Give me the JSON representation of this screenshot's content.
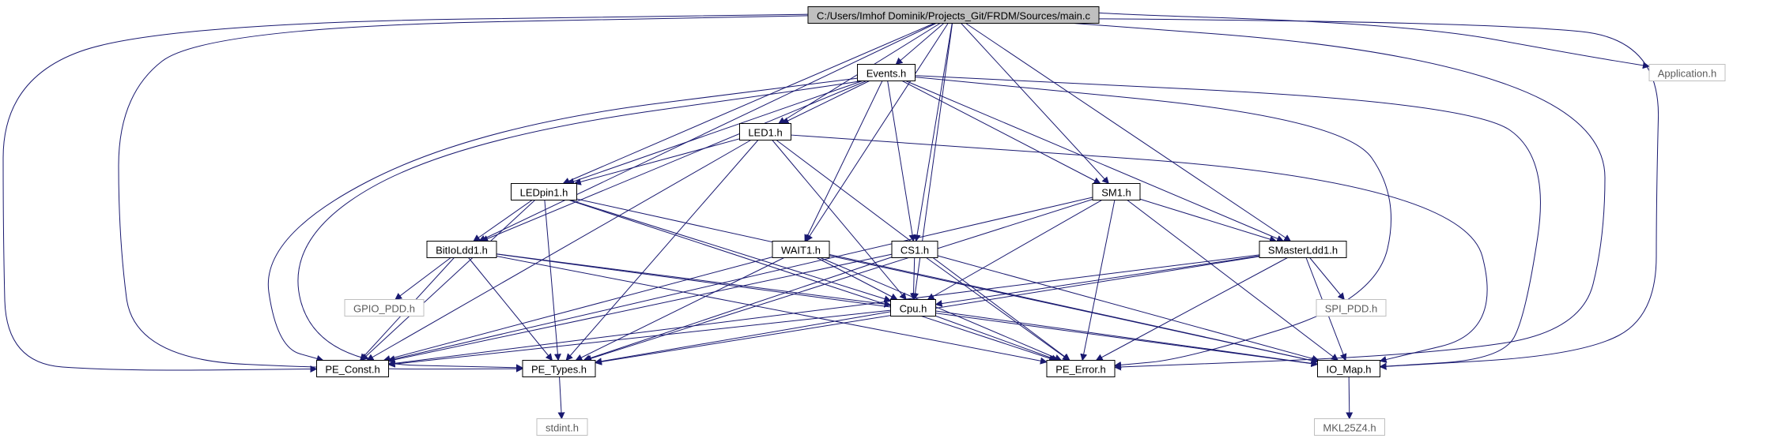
{
  "diagram": {
    "title": "C:/Users/Imhof Dominik/Projects_Git/FRDM/Sources/main.c",
    "colors": {
      "edge": "#191970",
      "root_fill": "#bfbfbf",
      "node_border": "#000000",
      "external_border": "#bfbfbf",
      "external_text": "#5a5a5a"
    },
    "nodes": [
      {
        "id": "main",
        "label": "C:/Users/Imhof Dominik/Projects_Git/FRDM/Sources/main.c",
        "kind": "root"
      },
      {
        "id": "events",
        "label": "Events.h",
        "kind": "header"
      },
      {
        "id": "application",
        "label": "Application.h",
        "kind": "external"
      },
      {
        "id": "led1",
        "label": "LED1.h",
        "kind": "header"
      },
      {
        "id": "ledpin1",
        "label": "LEDpin1.h",
        "kind": "header"
      },
      {
        "id": "sm1",
        "label": "SM1.h",
        "kind": "header"
      },
      {
        "id": "bitioldd1",
        "label": "BitIoLdd1.h",
        "kind": "header"
      },
      {
        "id": "wait1",
        "label": "WAIT1.h",
        "kind": "header"
      },
      {
        "id": "cs1",
        "label": "CS1.h",
        "kind": "header"
      },
      {
        "id": "smasterldd1",
        "label": "SMasterLdd1.h",
        "kind": "header"
      },
      {
        "id": "gpio_pdd",
        "label": "GPIO_PDD.h",
        "kind": "external"
      },
      {
        "id": "cpu",
        "label": "Cpu.h",
        "kind": "header"
      },
      {
        "id": "spi_pdd",
        "label": "SPI_PDD.h",
        "kind": "external"
      },
      {
        "id": "pe_const",
        "label": "PE_Const.h",
        "kind": "header"
      },
      {
        "id": "pe_types",
        "label": "PE_Types.h",
        "kind": "header"
      },
      {
        "id": "pe_error",
        "label": "PE_Error.h",
        "kind": "header"
      },
      {
        "id": "io_map",
        "label": "IO_Map.h",
        "kind": "header"
      },
      {
        "id": "stdint",
        "label": "stdint.h",
        "kind": "external"
      },
      {
        "id": "mkl25z4",
        "label": "MKL25Z4.h",
        "kind": "external"
      }
    ],
    "edges": [
      [
        "main",
        "events"
      ],
      [
        "main",
        "application"
      ],
      [
        "main",
        "led1"
      ],
      [
        "main",
        "ledpin1"
      ],
      [
        "main",
        "sm1"
      ],
      [
        "main",
        "bitioldd1"
      ],
      [
        "main",
        "wait1"
      ],
      [
        "main",
        "cs1"
      ],
      [
        "main",
        "smasterldd1"
      ],
      [
        "main",
        "cpu"
      ],
      [
        "main",
        "pe_const"
      ],
      [
        "main",
        "pe_types"
      ],
      [
        "main",
        "pe_error"
      ],
      [
        "main",
        "io_map"
      ],
      [
        "events",
        "led1"
      ],
      [
        "events",
        "ledpin1"
      ],
      [
        "events",
        "sm1"
      ],
      [
        "events",
        "bitioldd1"
      ],
      [
        "events",
        "wait1"
      ],
      [
        "events",
        "cs1"
      ],
      [
        "events",
        "smasterldd1"
      ],
      [
        "events",
        "pe_const"
      ],
      [
        "events",
        "pe_types"
      ],
      [
        "events",
        "pe_error"
      ],
      [
        "events",
        "io_map"
      ],
      [
        "led1",
        "ledpin1"
      ],
      [
        "led1",
        "cpu"
      ],
      [
        "led1",
        "pe_const"
      ],
      [
        "led1",
        "pe_types"
      ],
      [
        "led1",
        "pe_error"
      ],
      [
        "led1",
        "io_map"
      ],
      [
        "ledpin1",
        "bitioldd1"
      ],
      [
        "ledpin1",
        "cpu"
      ],
      [
        "ledpin1",
        "pe_const"
      ],
      [
        "ledpin1",
        "pe_types"
      ],
      [
        "ledpin1",
        "pe_error"
      ],
      [
        "ledpin1",
        "io_map"
      ],
      [
        "sm1",
        "smasterldd1"
      ],
      [
        "sm1",
        "cpu"
      ],
      [
        "sm1",
        "pe_const"
      ],
      [
        "sm1",
        "pe_types"
      ],
      [
        "sm1",
        "pe_error"
      ],
      [
        "sm1",
        "io_map"
      ],
      [
        "bitioldd1",
        "gpio_pdd"
      ],
      [
        "bitioldd1",
        "pe_const"
      ],
      [
        "bitioldd1",
        "pe_types"
      ],
      [
        "bitioldd1",
        "pe_error"
      ],
      [
        "bitioldd1",
        "io_map"
      ],
      [
        "bitioldd1",
        "cpu"
      ],
      [
        "wait1",
        "cpu"
      ],
      [
        "wait1",
        "pe_const"
      ],
      [
        "wait1",
        "pe_types"
      ],
      [
        "wait1",
        "pe_error"
      ],
      [
        "wait1",
        "io_map"
      ],
      [
        "cs1",
        "cpu"
      ],
      [
        "cs1",
        "pe_const"
      ],
      [
        "cs1",
        "pe_types"
      ],
      [
        "cs1",
        "pe_error"
      ],
      [
        "cs1",
        "io_map"
      ],
      [
        "smasterldd1",
        "spi_pdd"
      ],
      [
        "smasterldd1",
        "cpu"
      ],
      [
        "smasterldd1",
        "pe_const"
      ],
      [
        "smasterldd1",
        "pe_types"
      ],
      [
        "smasterldd1",
        "pe_error"
      ],
      [
        "smasterldd1",
        "io_map"
      ],
      [
        "cpu",
        "pe_const"
      ],
      [
        "cpu",
        "pe_types"
      ],
      [
        "cpu",
        "pe_error"
      ],
      [
        "cpu",
        "io_map"
      ],
      [
        "pe_types",
        "stdint"
      ],
      [
        "io_map",
        "mkl25z4"
      ]
    ]
  }
}
